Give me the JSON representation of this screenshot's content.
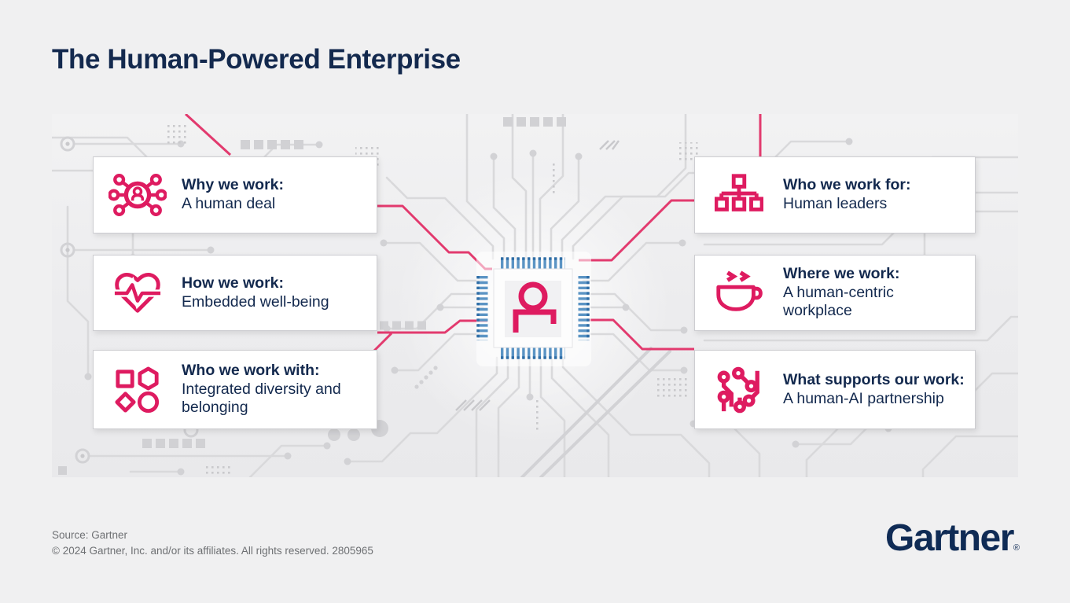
{
  "page": {
    "title": "The Human-Powered Enterprise"
  },
  "panel": {
    "boxes": [
      {
        "id": "why-we-work",
        "icon": "network-person-icon",
        "bold": "Why we work:",
        "regular": "A human deal"
      },
      {
        "id": "how-we-work",
        "icon": "heart-pulse-icon",
        "bold": "How we work:",
        "regular": "Embedded well-being"
      },
      {
        "id": "who-we-work-with",
        "icon": "diverse-shapes-icon",
        "bold": "Who we work with:",
        "regular": "Integrated diversity and belonging"
      },
      {
        "id": "who-we-work-for",
        "icon": "org-chart-icon",
        "bold": "Who we work for:",
        "regular": "Human leaders"
      },
      {
        "id": "where-we-work",
        "icon": "coffee-cup-icon",
        "bold": "Where we work:",
        "regular": "A human-centric workplace"
      },
      {
        "id": "what-supports-our-work",
        "icon": "ai-circuit-icon",
        "bold": "What supports our work:",
        "regular": "A human-AI partnership"
      }
    ],
    "center": {
      "icon": "chip-person-icon"
    }
  },
  "footer": {
    "source": "Source: Gartner",
    "copyright": "© 2024 Gartner, Inc. and/or its affiliates. All rights reserved. 2805965"
  },
  "brand": {
    "logo": "Gartner",
    "registered": "®"
  },
  "colors": {
    "navy": "#13294e",
    "accent_pink": "#de1b60",
    "pink_trace": "#e23a6e",
    "trace_gray": "#d9d9db",
    "pin_blue": "#5b94c4",
    "panel_gray": "#ececee"
  }
}
